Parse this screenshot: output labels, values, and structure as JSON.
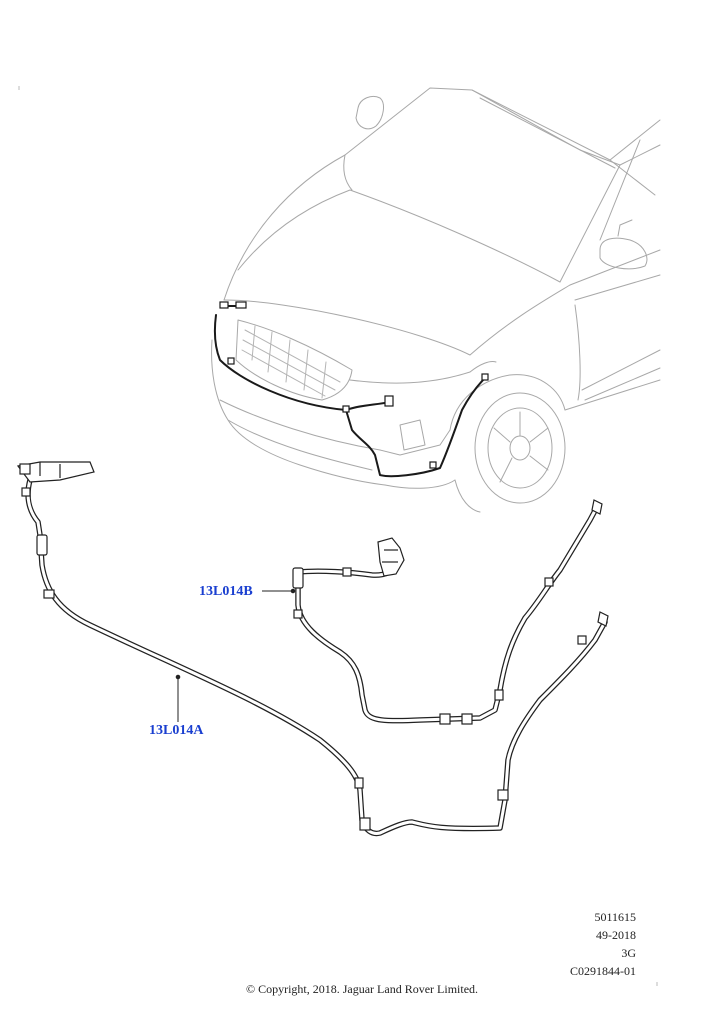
{
  "callouts": {
    "hose_a": "13L014A",
    "hose_b": "13L014B"
  },
  "reference": {
    "line1": "5011615",
    "line2": "49-2018",
    "line3": "3G",
    "line4": "C0291844-01"
  },
  "copyright": "© Copyright, 2018. Jaguar Land Rover Limited.",
  "colors": {
    "callout_text": "#1a3fd0",
    "vehicle_outline": "#9a9a9a",
    "hose_outline": "#222222"
  }
}
